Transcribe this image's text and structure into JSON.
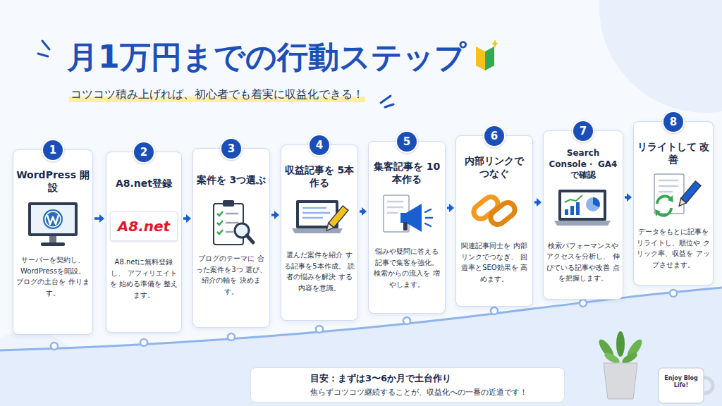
{
  "diagram": {
    "title": "月1万円までの行動ステップ",
    "nodes": [
      {
        "text": [
          "WordPress 開設",
          "サーバーを契約し、 WordPressを開設。 ブログの土台を 作ります。"
        ]
      },
      {
        "text": [
          "1"
        ],
        "in": 0
      },
      {
        "text": [
          "A8.net登録",
          "A8.netに無料登録し、 アフィリエイトを 始める準備を 整えます。"
        ]
      },
      {
        "text": [
          "2"
        ],
        "in": 2
      },
      {
        "text": [
          "A8.net"
        ],
        "in": 2
      },
      {
        "text": [
          "案件を 3つ選ぶ",
          "ブログのテーマに 合った案件を3つ 選び、紹介の軸を 決めます。"
        ]
      },
      {
        "text": [
          "3"
        ],
        "in": 5
      },
      {
        "text": [
          "収益記事を 5本作る",
          "選んだ案件を紹介 する記事を5本作成。 読者の悩みを解決 する内容を意識。"
        ]
      },
      {
        "text": [
          "4"
        ],
        "in": 7
      },
      {
        "text": [
          "集客記事を 10本作る",
          "悩みや疑問に答える 記事で集客を強化。 検索からの流入を 増やします。"
        ]
      },
      {
        "text": [
          "5"
        ],
        "in": 9
      },
      {
        "text": [
          "内部リンクで つなぐ",
          "関連記事同士を 内部リンクでつなぎ、 回遊率とSEO効果を 高めます。"
        ]
      },
      {
        "text": [
          "6"
        ],
        "in": 11
      },
      {
        "text": [
          "Search Console・ GA4で確認",
          "検索パフォーマンスや アクセスを分析し、 伸びている記事や改善 点を把握します。"
        ]
      },
      {
        "text": [
          "7"
        ],
        "in": 13
      },
      {
        "text": [
          "リライトして 改善",
          "データをもとに記事を リライトし、順位や クリック率、収益を アップさせます。"
        ]
      },
      {
        "text": [
          "8"
        ],
        "in": 15
      },
      {
        "text": [
          "目安：まずは3〜6か月で土台作り",
          "焦らずコツコツ継続することが、収益化への一番の近道です！"
        ]
      }
    ],
    "edges": [
      {
        "from": 0,
        "to": 2,
        "arrow": "to"
      },
      {
        "from": 2,
        "to": 5,
        "arrow": "to"
      },
      {
        "from": 5,
        "to": 7,
        "arrow": "to"
      },
      {
        "from": 7,
        "to": 9,
        "arrow": "to"
      },
      {
        "from": 9,
        "to": 11,
        "arrow": "to"
      },
      {
        "from": 11,
        "to": 13,
        "arrow": "to"
      },
      {
        "from": 13,
        "to": 15,
        "arrow": "to"
      }
    ],
    "labels": [
      "コツコツ積み上げれば、初心者でも着実に収益化できる！",
      "Enjoy Blog Life!"
    ]
  }
}
